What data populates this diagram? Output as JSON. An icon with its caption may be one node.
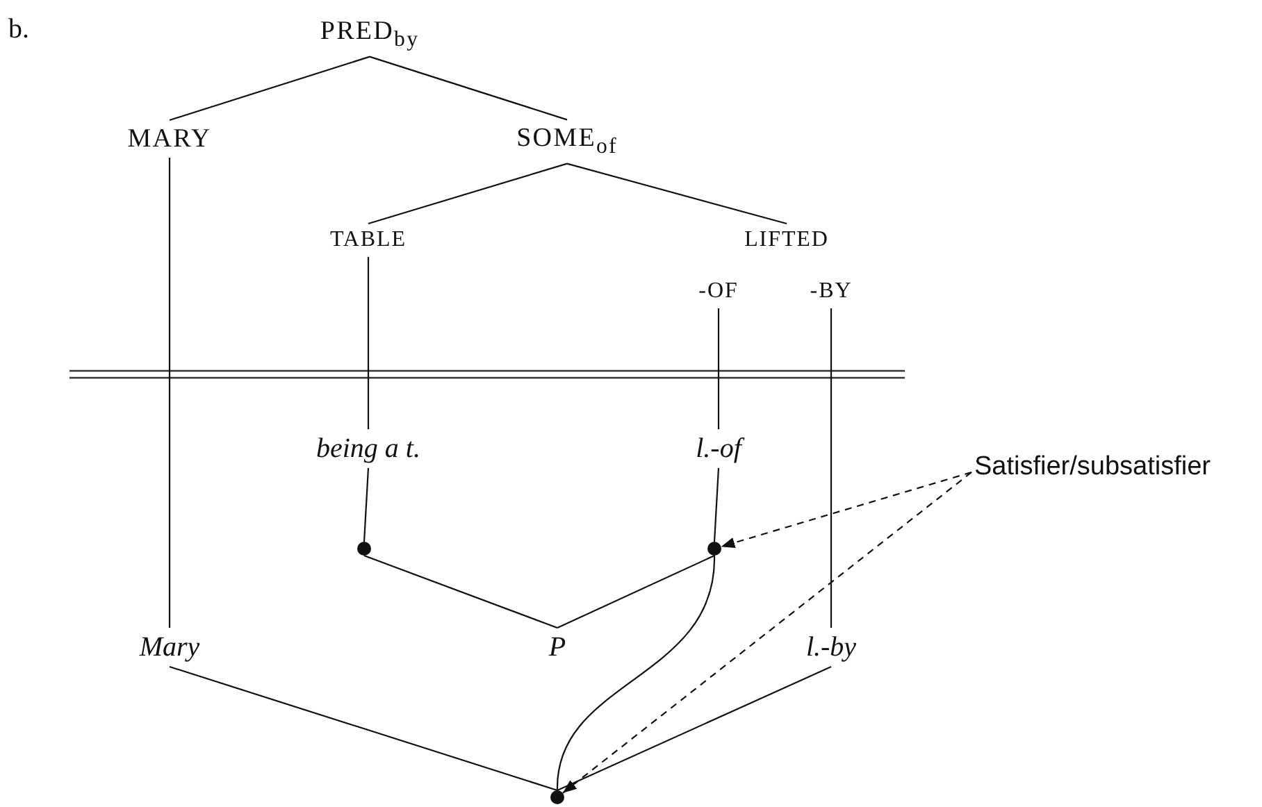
{
  "diagram": {
    "nodes": [
      {
        "text": [
          "PRED$_{by}$"
        ]
      },
      {
        "text": [
          "MARY"
        ]
      },
      {
        "text": [
          "SOME$_{of}$"
        ]
      },
      {
        "text": [
          "TABLE"
        ]
      },
      {
        "text": [
          "LIFTED"
        ]
      },
      {
        "text": [
          "-OF"
        ]
      },
      {
        "text": [
          "-BY"
        ]
      },
      {
        "text": [
          "being a t."
        ]
      },
      {
        "text": [
          "l.-of"
        ]
      },
      {
        "text": [
          "Satisfier/subsatisfier"
        ]
      },
      {
        "text": [],
        "shape": "circle"
      },
      {
        "text": [],
        "shape": "circle"
      },
      {
        "text": [
          "Mary"
        ]
      },
      {
        "text": [
          "P"
        ]
      },
      {
        "text": [
          "l.-by"
        ]
      },
      {
        "text": [],
        "shape": "circle"
      }
    ],
    "edges": [
      {
        "from": 0,
        "to": 1,
        "arrow": "none"
      },
      {
        "from": 0,
        "to": 2,
        "arrow": "none"
      },
      {
        "from": 2,
        "to": 3,
        "arrow": "none"
      },
      {
        "from": 2,
        "to": 4,
        "arrow": "none"
      },
      {
        "from": 1,
        "to": 12,
        "arrow": "none"
      },
      {
        "from": 3,
        "to": 7,
        "arrow": "none"
      },
      {
        "from": 5,
        "to": 8,
        "arrow": "none"
      },
      {
        "from": 6,
        "to": 14,
        "arrow": "none"
      },
      {
        "from": 7,
        "to": 10,
        "arrow": "none"
      },
      {
        "from": 8,
        "to": 11,
        "arrow": "none"
      },
      {
        "from": 10,
        "to": 13,
        "arrow": "none"
      },
      {
        "from": 11,
        "to": 13,
        "arrow": "none"
      },
      {
        "from": 12,
        "to": 15,
        "arrow": "none"
      },
      {
        "from": 14,
        "to": 15,
        "arrow": "none"
      },
      {
        "from": 11,
        "to": 15,
        "arrow": "none"
      },
      {
        "from": 9,
        "to": 11,
        "arrow": "to",
        "style": "dashed"
      },
      {
        "from": 9,
        "to": 15,
        "arrow": "to",
        "style": "dashed"
      }
    ],
    "labels": [
      "b."
    ]
  }
}
